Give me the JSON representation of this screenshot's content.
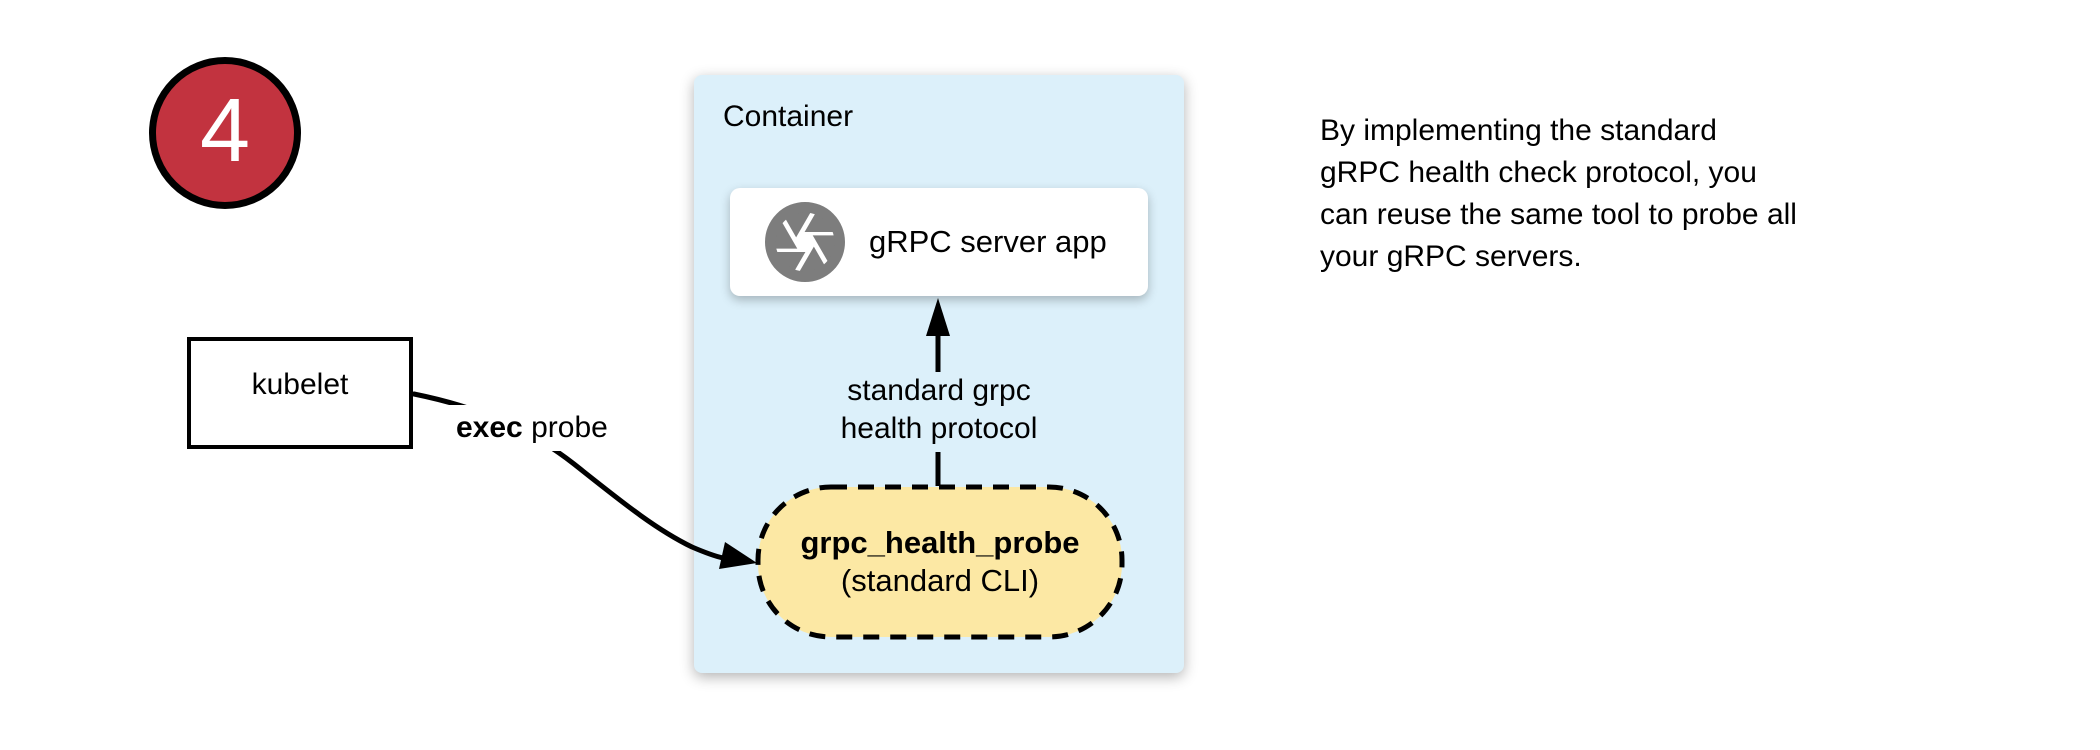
{
  "step_badge": {
    "number": "4"
  },
  "kubelet_box": {
    "label": "kubelet"
  },
  "exec_probe_label": {
    "bold": "exec",
    "regular": " probe"
  },
  "container": {
    "title": "Container",
    "server_app": {
      "label": "gRPC server app",
      "icon": "aperture-icon"
    },
    "health_probe_pill": {
      "name": "grpc_health_probe",
      "subtitle": "(standard CLI)"
    },
    "protocol_arrow_label": {
      "line1": "standard grpc",
      "line2": "health protocol"
    }
  },
  "side_note": {
    "lines": [
      "By implementing the standard",
      "gRPC health check protocol, you",
      "can reuse the same tool to probe all",
      "your gRPC servers."
    ]
  },
  "colors": {
    "badge_red": "#C2333F",
    "container_blue": "#DCF0FA",
    "pill_yellow": "#FCE8A4",
    "icon_gray": "#7D7D7D",
    "stroke_black": "#000000"
  }
}
